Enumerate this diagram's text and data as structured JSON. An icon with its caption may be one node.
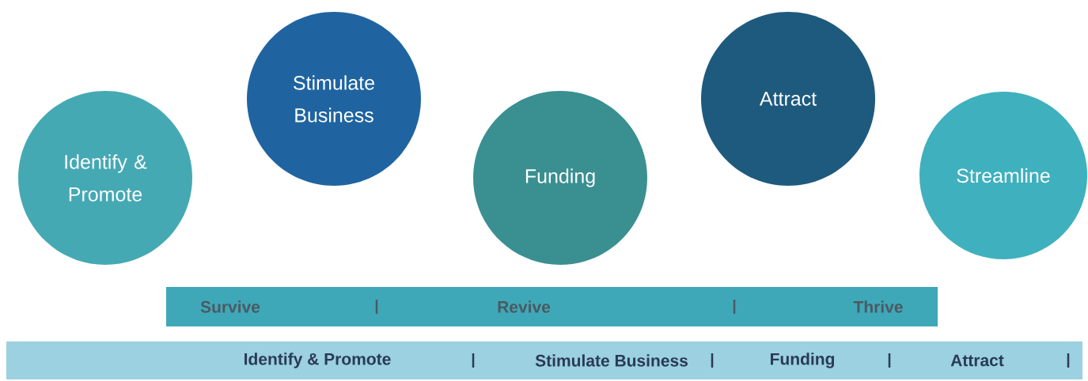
{
  "diagram": {
    "nodes": [
      {
        "text": [
          "Identify & Promote"
        ]
      },
      {
        "text": [
          "Stimulate Business"
        ]
      },
      {
        "text": [
          "Funding"
        ]
      },
      {
        "text": [
          "Attract"
        ]
      },
      {
        "text": [
          "Streamline"
        ]
      },
      {
        "text": [
          "Survive",
          "Revive",
          "Thrive"
        ]
      },
      {
        "text": [
          "Identify & Promote",
          "Stimulate Business",
          "Funding",
          "Attract"
        ]
      }
    ]
  }
}
